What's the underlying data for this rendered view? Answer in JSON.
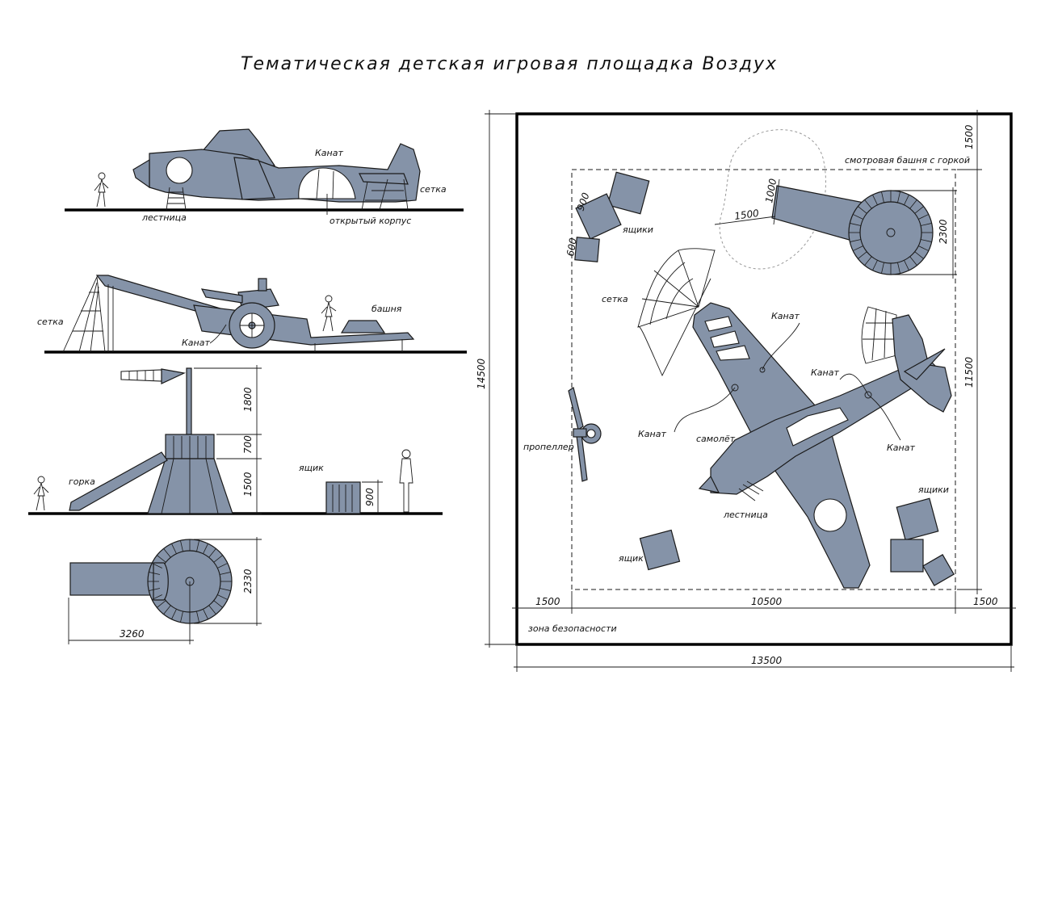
{
  "title": "Тематическая  детская  игровая  площадка  Воздух",
  "colors": {
    "fill": "#8593a8",
    "line": "#1a1a1a"
  },
  "elevation_plane": {
    "rope": "Канат",
    "net": "сетка",
    "ladder": "лестница",
    "open_hull": "открытый  корпус"
  },
  "elevation_cannon": {
    "net": "сетка",
    "rope": "Канат",
    "tower": "башня"
  },
  "elevation_tower": {
    "slide": "горка",
    "box": "ящик",
    "dims": [
      "1800",
      "700",
      "1500"
    ],
    "box_height": "900"
  },
  "plan_cannon": {
    "diameter": "2330",
    "length": "3260"
  },
  "site_plan": {
    "watch_tower": "смотровая  башня  с  горкой",
    "boxes_top": "ящики",
    "net": "сетка",
    "rope_labels": [
      "Канат",
      "Канат",
      "Канат",
      "Канат"
    ],
    "airplane": "самолёт",
    "propeller": "пропеллер",
    "ladder": "лестница",
    "boxes_bottom": "ящики",
    "box_single": "ящик",
    "safety_zone": "зона  безопасности",
    "dims": {
      "total_height": "14500",
      "total_width": "13500",
      "top_margin": "1500",
      "inner_height": "11500",
      "left_margin": "1500",
      "inner_width": "10500",
      "right_margin": "1500",
      "box_900": "900",
      "box_600": "600",
      "tower_1000": "1000",
      "tower_1500": "1500",
      "tower_2300": "2300"
    }
  }
}
